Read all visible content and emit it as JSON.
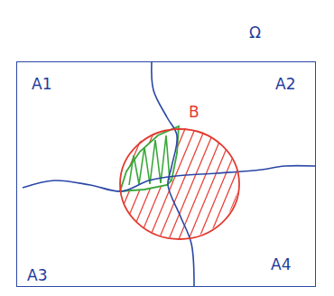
{
  "diagram": {
    "nodes": [
      {
        "text": [
          "Ω"
        ]
      },
      {
        "text": [
          "A1"
        ],
        "in": 0
      },
      {
        "text": [
          "A2"
        ],
        "in": 0
      },
      {
        "text": [
          "A3"
        ],
        "in": 0
      },
      {
        "text": [
          "A4"
        ],
        "in": 0
      },
      {
        "text": [
          "B"
        ],
        "in": 0
      }
    ]
  }
}
